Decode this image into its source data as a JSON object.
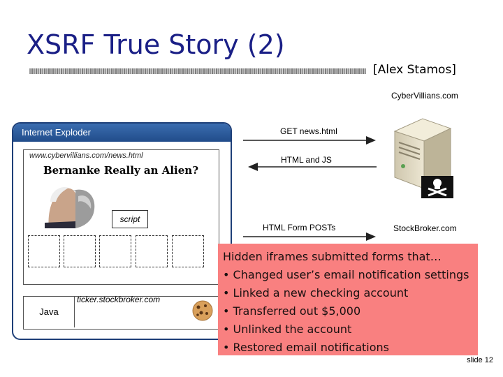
{
  "slide": {
    "title": "XSRF True Story (2)",
    "citation": "[Alex Stamos]",
    "slide_number": "slide 12"
  },
  "servers": {
    "top_label": "CyberVillians.com",
    "bottom_label": "StockBroker.com"
  },
  "arrows": [
    {
      "label": "GET news.html",
      "direction": "right"
    },
    {
      "label": "HTML and JS",
      "direction": "left"
    },
    {
      "label": "HTML Form POSTs",
      "direction": "right"
    }
  ],
  "browser": {
    "title": "Internet Exploder",
    "url": "www.cybervillians.com/news.html",
    "headline": "Bernanke Really an Alien?",
    "script_label": "script",
    "iframe_count": 5,
    "ticker_url": "ticker.stockbroker.com",
    "java_label": "Java"
  },
  "note": {
    "intro": "Hidden iframes submitted forms that…",
    "items": [
      "• Changed user’s email notification settings",
      "• Linked a new checking account",
      "• Transferred out $5,000",
      "• Unlinked the account",
      "• Restored email notifications"
    ]
  }
}
